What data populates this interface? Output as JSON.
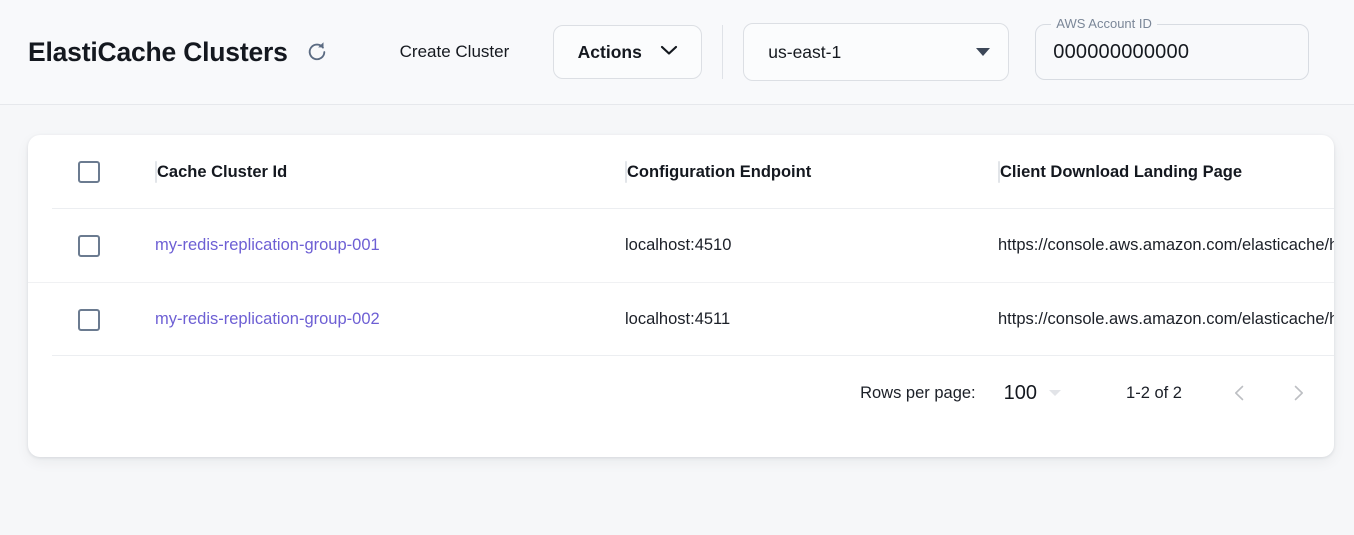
{
  "header": {
    "title": "ElastiCache Clusters",
    "refresh_icon": "refresh-icon",
    "create_cluster_label": "Create Cluster",
    "actions_label": "Actions",
    "actions_caret_icon": "chevron-down-icon",
    "region": {
      "value": "us-east-1",
      "caret_icon": "dropdown-arrow-icon"
    },
    "account": {
      "legend": "AWS Account ID",
      "value": "000000000000"
    }
  },
  "table": {
    "columns": [
      {
        "label": "Cache Cluster Id"
      },
      {
        "label": "Configuration Endpoint"
      },
      {
        "label": "Client Download Landing Page"
      }
    ],
    "rows": [
      {
        "cluster_id": "my-redis-replication-group-001",
        "endpoint": "localhost:4510",
        "landing_page": "https://console.aws.amazon.com/elasticache/home"
      },
      {
        "cluster_id": "my-redis-replication-group-002",
        "endpoint": "localhost:4511",
        "landing_page": "https://console.aws.amazon.com/elasticache/home"
      }
    ]
  },
  "pagination": {
    "rows_per_page_label": "Rows per page:",
    "rows_per_page_value": "100",
    "range_label": "1-2 of 2",
    "prev_icon": "chevron-left-icon",
    "next_icon": "chevron-right-icon"
  },
  "colors": {
    "link": "#6d5fd4",
    "page_background": "#f6f7f9",
    "card_background": "#ffffff",
    "checkbox_border": "#6b7b90"
  }
}
